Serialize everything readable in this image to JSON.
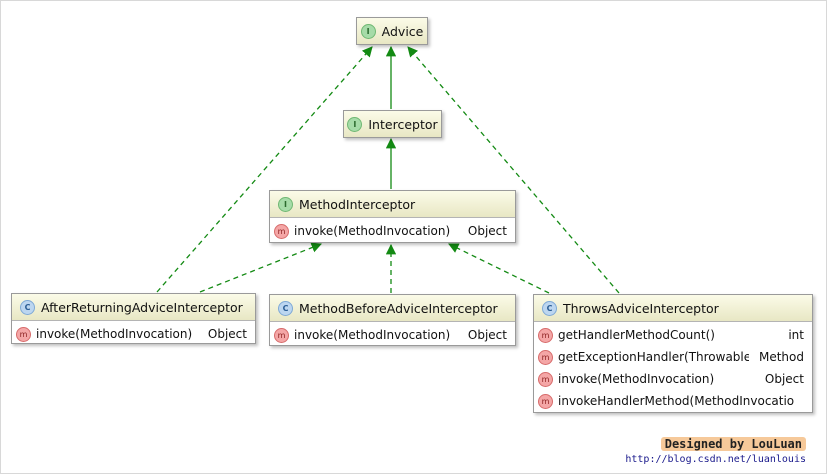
{
  "colors": {
    "edge": "#138a13",
    "interface_badge": "#a6dba8",
    "class_badge": "#bcd6f0",
    "method_badge": "#f4a6a6"
  },
  "nodes": {
    "advice": {
      "badge": "I",
      "name": "Advice"
    },
    "interceptor": {
      "badge": "I",
      "name": "Interceptor"
    },
    "method_interceptor": {
      "badge": "I",
      "name": "MethodInterceptor",
      "methods": [
        {
          "badge": "m",
          "signature": "invoke(MethodInvocation)",
          "returns": "Object"
        }
      ]
    },
    "after_returning": {
      "badge": "C",
      "name": "AfterReturningAdviceInterceptor",
      "methods": [
        {
          "badge": "m",
          "signature": "invoke(MethodInvocation)",
          "returns": "Object"
        }
      ]
    },
    "method_before": {
      "badge": "C",
      "name": "MethodBeforeAdviceInterceptor",
      "methods": [
        {
          "badge": "m",
          "signature": "invoke(MethodInvocation)",
          "returns": "Object"
        }
      ]
    },
    "throws": {
      "badge": "C",
      "name": "ThrowsAdviceInterceptor",
      "methods": [
        {
          "badge": "m",
          "signature": "getHandlerMethodCount()",
          "returns": "int"
        },
        {
          "badge": "m",
          "signature": "getExceptionHandler(Throwable)",
          "returns": "Method"
        },
        {
          "badge": "m",
          "signature": "invoke(MethodInvocation)",
          "returns": "Object"
        },
        {
          "badge": "m",
          "signature": "invokeHandlerMethod(MethodInvocation, Th",
          "returns": ""
        }
      ]
    }
  },
  "relations": [
    {
      "from": "Interceptor",
      "to": "Advice",
      "kind": "extends"
    },
    {
      "from": "MethodInterceptor",
      "to": "Interceptor",
      "kind": "extends"
    },
    {
      "from": "AfterReturningAdviceInterceptor",
      "to": "Advice",
      "kind": "implements"
    },
    {
      "from": "AfterReturningAdviceInterceptor",
      "to": "MethodInterceptor",
      "kind": "implements"
    },
    {
      "from": "MethodBeforeAdviceInterceptor",
      "to": "MethodInterceptor",
      "kind": "implements"
    },
    {
      "from": "ThrowsAdviceInterceptor",
      "to": "MethodInterceptor",
      "kind": "implements"
    },
    {
      "from": "ThrowsAdviceInterceptor",
      "to": "Advice",
      "kind": "implements"
    }
  ],
  "credit": {
    "designed_by": "Designed by LouLuan",
    "url": "http://blog.csdn.net/luanlouis"
  }
}
